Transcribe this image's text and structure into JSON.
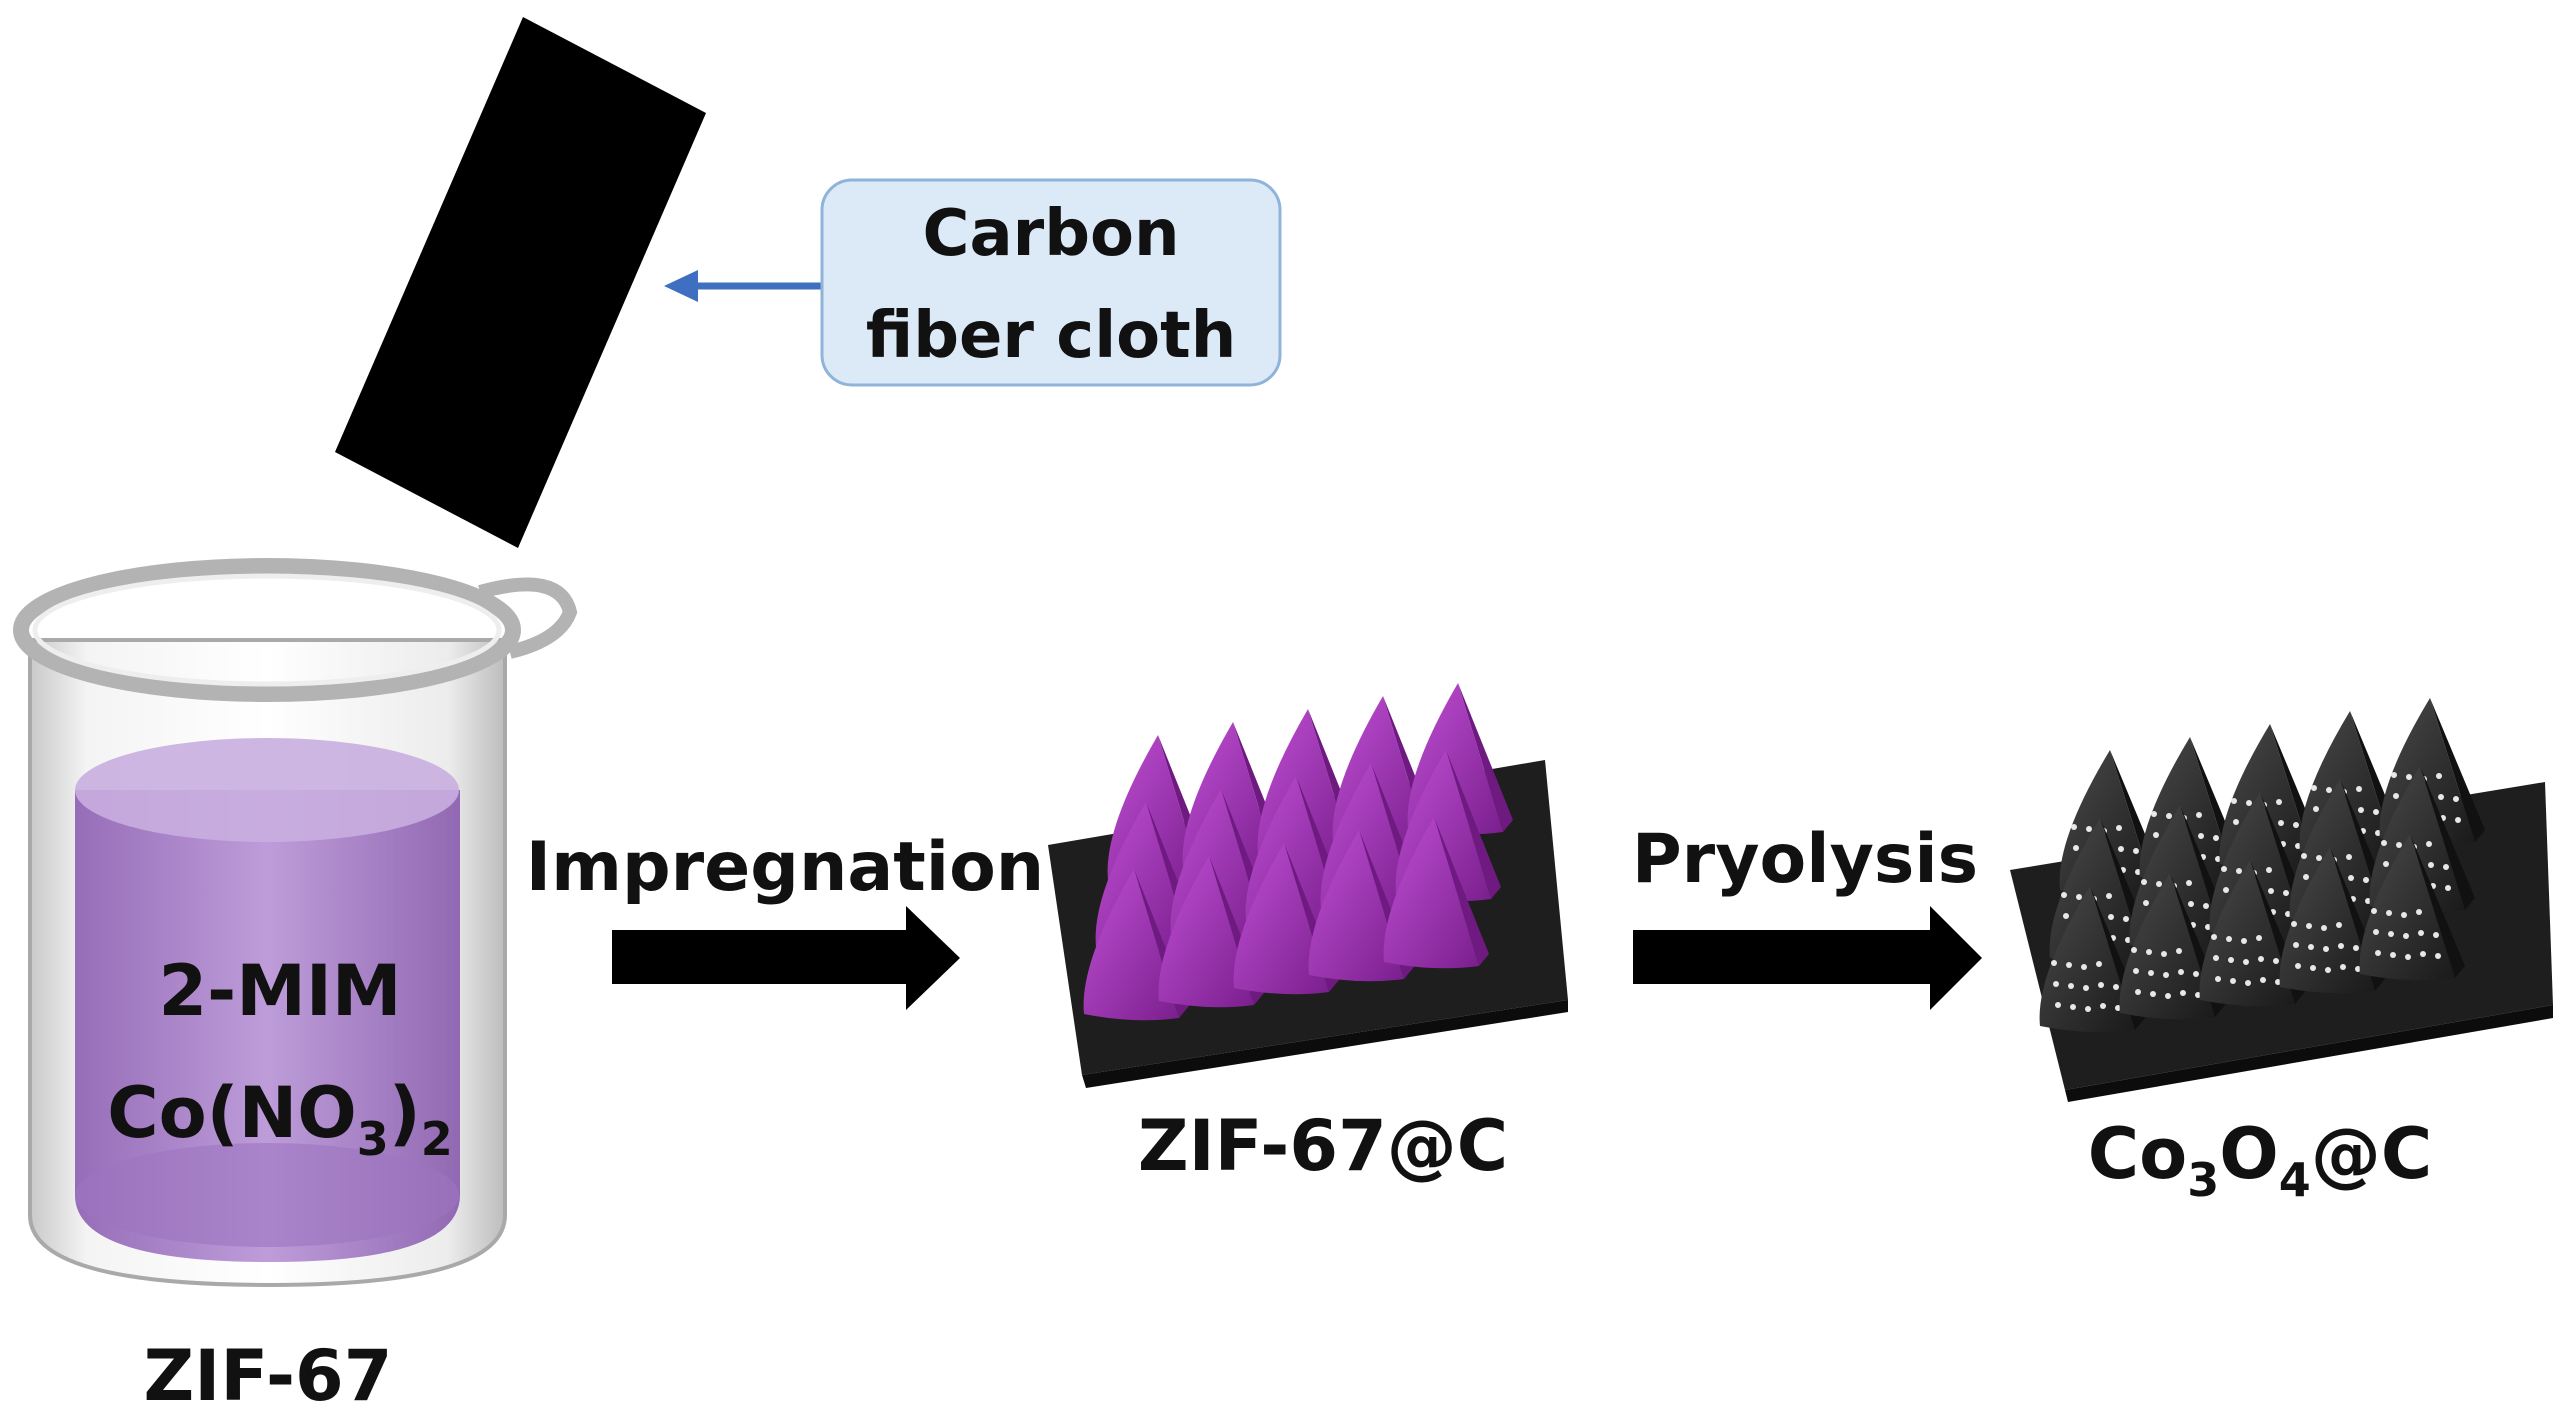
{
  "callout": {
    "line1": "Carbon",
    "line2": "fiber cloth"
  },
  "beaker": {
    "line1": "2-MIM",
    "formula_prefix": "Co(NO",
    "formula_sub1": "3",
    "formula_close": ")",
    "formula_sub2": "2",
    "caption": "ZIF-67"
  },
  "steps": {
    "step1_label": "Impregnation",
    "step2_label": "Pryolysis"
  },
  "products": {
    "intermediate_caption": "ZIF-67@C",
    "final_prefix": "Co",
    "final_sub1": "3",
    "final_mid": "O",
    "final_sub2": "4",
    "final_suffix": "@C"
  },
  "colors": {
    "callout_fill": "#dceaf8",
    "callout_border": "#8fb3d9",
    "callout_arrow": "#3f6fc0",
    "solution": "#a77fc6",
    "zif_pyramid": "#9b2fb0",
    "oxide_pyramid": "#2b2b2b",
    "substrate": "#1e1e1e"
  }
}
